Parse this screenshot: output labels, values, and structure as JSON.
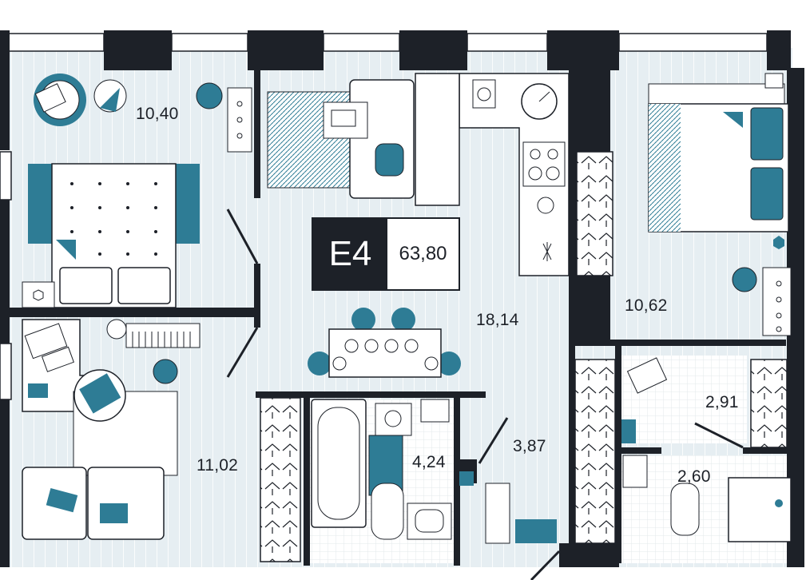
{
  "plan": {
    "apartment_code": "E4",
    "total_area": "63,80",
    "rooms": {
      "bedroom_top_left": "10,40",
      "kitchen_living": "18,14",
      "bedroom_right": "10,62",
      "bedroom_bottom_left": "11,02",
      "bathroom": "4,24",
      "hallway": "3,87",
      "dressing_room": "2,91",
      "toilet_shower": "2,60"
    }
  },
  "colors": {
    "wall": "#1d2128",
    "accent": "#2e7c95",
    "floor": "#e6eef2",
    "floor_line": "#ffffff",
    "furniture_stroke": "#1d2128"
  },
  "icons": [
    "bed-icon",
    "sofa-icon",
    "armchair-icon",
    "desk-icon",
    "monitor-icon",
    "keyboard-piano-icon",
    "dining-table-icon",
    "chair-icon",
    "stove-icon",
    "sink-icon",
    "bathtub-icon",
    "toilet-icon",
    "shower-icon",
    "washing-machine-icon",
    "wardrobe-icon",
    "plant-icon",
    "lamp-icon",
    "door-mat-icon"
  ]
}
